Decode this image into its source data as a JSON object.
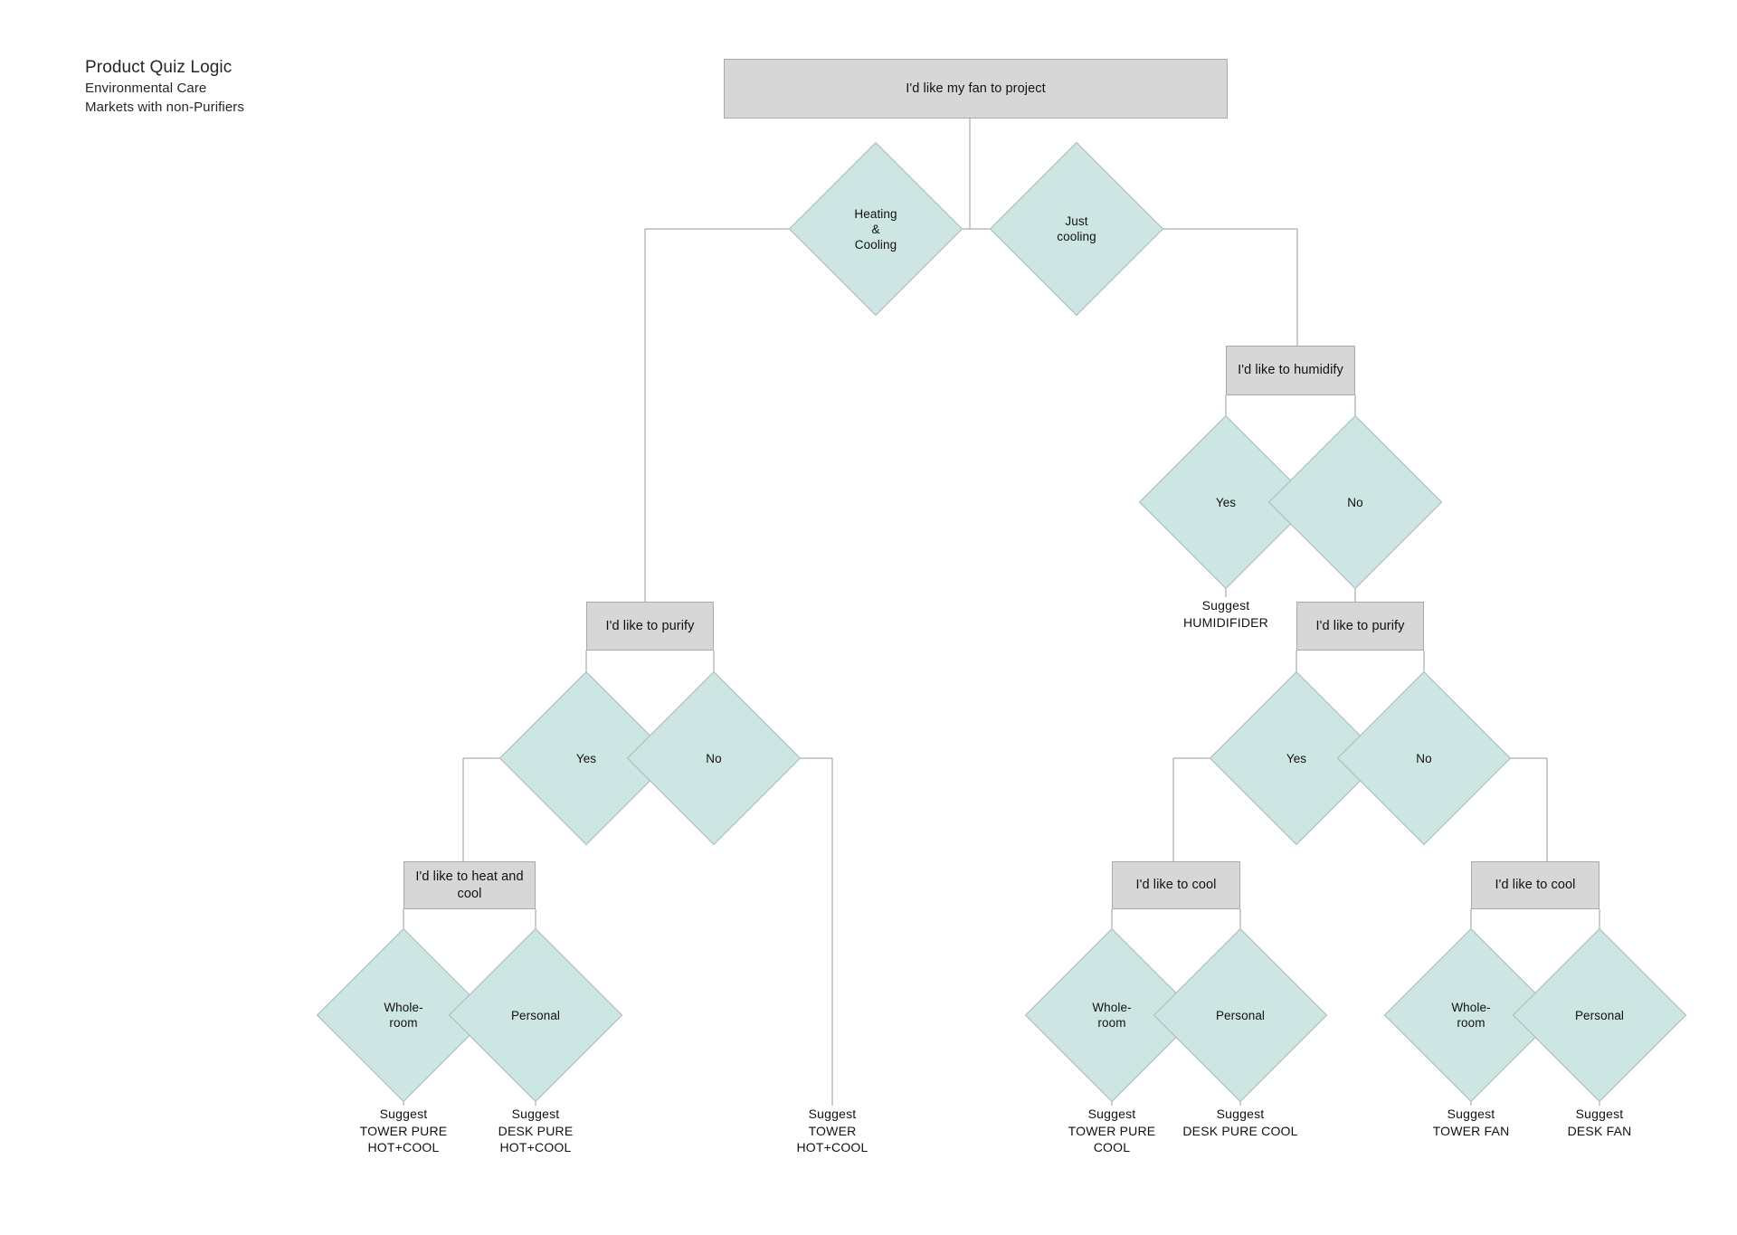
{
  "title": {
    "heading": "Product Quiz Logic",
    "line2": "Environmental Care",
    "line3": "Markets with non-Purifiers"
  },
  "colors": {
    "box_fill": "#d7d7d7",
    "box_stroke": "#a9a9a9",
    "diamond_fill": "#cde6e4",
    "diamond_stroke": "#a9b7b6",
    "connector": "#9a9a9a",
    "text": "#111111",
    "background": "#ffffff"
  },
  "chart_data": {
    "type": "diagram",
    "diagram_type": "decision-tree-flowchart",
    "title": "Product Quiz Logic",
    "nodes": [
      {
        "id": "root",
        "shape": "box",
        "label": "I'd like my fan to project"
      },
      {
        "id": "heatcool",
        "shape": "diamond",
        "label": "Heating\n&\nCooling"
      },
      {
        "id": "justcool",
        "shape": "diamond",
        "label": "Just\ncooling"
      },
      {
        "id": "purify-left",
        "shape": "box",
        "label": "I'd like to purify"
      },
      {
        "id": "purify-left-yes",
        "shape": "diamond",
        "label": "Yes"
      },
      {
        "id": "purify-left-no",
        "shape": "diamond",
        "label": "No"
      },
      {
        "id": "heatandcool",
        "shape": "box",
        "label": "I'd like to heat and cool"
      },
      {
        "id": "hc-whole",
        "shape": "diamond",
        "label": "Whole-\nroom"
      },
      {
        "id": "hc-personal",
        "shape": "diamond",
        "label": "Personal"
      },
      {
        "id": "leaf-tower-pure-hotcool",
        "shape": "leaf",
        "label": "Suggest\nTOWER PURE\nHOT+COOL"
      },
      {
        "id": "leaf-desk-pure-hotcool",
        "shape": "leaf",
        "label": "Suggest\nDESK PURE\nHOT+COOL"
      },
      {
        "id": "leaf-tower-hotcool",
        "shape": "leaf",
        "label": "Suggest\nTOWER\nHOT+COOL"
      },
      {
        "id": "humidify",
        "shape": "box",
        "label": "I'd like to humidify"
      },
      {
        "id": "humidify-yes",
        "shape": "diamond",
        "label": "Yes"
      },
      {
        "id": "humidify-no",
        "shape": "diamond",
        "label": "No"
      },
      {
        "id": "leaf-humidifier",
        "shape": "leaf",
        "label": "Suggest\nHUMIDIFIDER"
      },
      {
        "id": "purify-right",
        "shape": "box",
        "label": "I'd like to purify"
      },
      {
        "id": "purify-right-yes",
        "shape": "diamond",
        "label": "Yes"
      },
      {
        "id": "purify-right-no",
        "shape": "diamond",
        "label": "No"
      },
      {
        "id": "cool-pure",
        "shape": "box",
        "label": "I'd like to cool"
      },
      {
        "id": "cp-whole",
        "shape": "diamond",
        "label": "Whole-\nroom"
      },
      {
        "id": "cp-personal",
        "shape": "diamond",
        "label": "Personal"
      },
      {
        "id": "leaf-tower-pure-cool",
        "shape": "leaf",
        "label": "Suggest\nTOWER PURE\nCOOL"
      },
      {
        "id": "leaf-desk-pure-cool",
        "shape": "leaf",
        "label": "Suggest\nDESK PURE COOL"
      },
      {
        "id": "cool-fan",
        "shape": "box",
        "label": "I'd like to cool"
      },
      {
        "id": "cf-whole",
        "shape": "diamond",
        "label": "Whole-\nroom"
      },
      {
        "id": "cf-personal",
        "shape": "diamond",
        "label": "Personal"
      },
      {
        "id": "leaf-tower-fan",
        "shape": "leaf",
        "label": "Suggest\nTOWER FAN"
      },
      {
        "id": "leaf-desk-fan",
        "shape": "leaf",
        "label": "Suggest\nDESK FAN"
      }
    ],
    "edges": [
      {
        "from": "root",
        "to": "heatcool"
      },
      {
        "from": "root",
        "to": "justcool"
      },
      {
        "from": "heatcool",
        "to": "purify-left"
      },
      {
        "from": "justcool",
        "to": "humidify"
      },
      {
        "from": "purify-left",
        "to": "purify-left-yes"
      },
      {
        "from": "purify-left",
        "to": "purify-left-no"
      },
      {
        "from": "purify-left-yes",
        "to": "heatandcool"
      },
      {
        "from": "purify-left-no",
        "to": "leaf-tower-hotcool"
      },
      {
        "from": "heatandcool",
        "to": "hc-whole"
      },
      {
        "from": "heatandcool",
        "to": "hc-personal"
      },
      {
        "from": "hc-whole",
        "to": "leaf-tower-pure-hotcool"
      },
      {
        "from": "hc-personal",
        "to": "leaf-desk-pure-hotcool"
      },
      {
        "from": "humidify",
        "to": "humidify-yes"
      },
      {
        "from": "humidify",
        "to": "humidify-no"
      },
      {
        "from": "humidify-yes",
        "to": "leaf-humidifier"
      },
      {
        "from": "humidify-no",
        "to": "purify-right"
      },
      {
        "from": "purify-right",
        "to": "purify-right-yes"
      },
      {
        "from": "purify-right",
        "to": "purify-right-no"
      },
      {
        "from": "purify-right-yes",
        "to": "cool-pure"
      },
      {
        "from": "purify-right-no",
        "to": "cool-fan"
      },
      {
        "from": "cool-pure",
        "to": "cp-whole"
      },
      {
        "from": "cool-pure",
        "to": "cp-personal"
      },
      {
        "from": "cp-whole",
        "to": "leaf-tower-pure-cool"
      },
      {
        "from": "cp-personal",
        "to": "leaf-desk-pure-cool"
      },
      {
        "from": "cool-fan",
        "to": "cf-whole"
      },
      {
        "from": "cool-fan",
        "to": "cf-personal"
      },
      {
        "from": "cf-whole",
        "to": "leaf-tower-fan"
      },
      {
        "from": "cf-personal",
        "to": "leaf-desk-fan"
      }
    ]
  },
  "nodes": {
    "root": "I'd like my fan to project",
    "heatcool": "Heating\n&\nCooling",
    "justcool": "Just\ncooling",
    "purify_left": "I'd like to purify",
    "purify_left_yes": "Yes",
    "purify_left_no": "No",
    "heatandcool": "I'd like to heat and cool",
    "hc_whole": "Whole-\nroom",
    "hc_personal": "Personal",
    "leaf_tower_pure_hotcool": "Suggest\nTOWER PURE\nHOT+COOL",
    "leaf_desk_pure_hotcool": "Suggest\nDESK PURE\nHOT+COOL",
    "leaf_tower_hotcool": "Suggest\nTOWER\nHOT+COOL",
    "humidify": "I'd like to humidify",
    "humidify_yes": "Yes",
    "humidify_no": "No",
    "leaf_humidifier": "Suggest\nHUMIDIFIDER",
    "purify_right": "I'd like to purify",
    "purify_right_yes": "Yes",
    "purify_right_no": "No",
    "cool_pure": "I'd like to cool",
    "cp_whole": "Whole-\nroom",
    "cp_personal": "Personal",
    "leaf_tower_pure_cool": "Suggest\nTOWER PURE\nCOOL",
    "leaf_desk_pure_cool": "Suggest\nDESK PURE COOL",
    "cool_fan": "I'd like to cool",
    "cf_whole": "Whole-\nroom",
    "cf_personal": "Personal",
    "leaf_tower_fan": "Suggest\nTOWER FAN",
    "leaf_desk_fan": "Suggest\nDESK FAN"
  }
}
